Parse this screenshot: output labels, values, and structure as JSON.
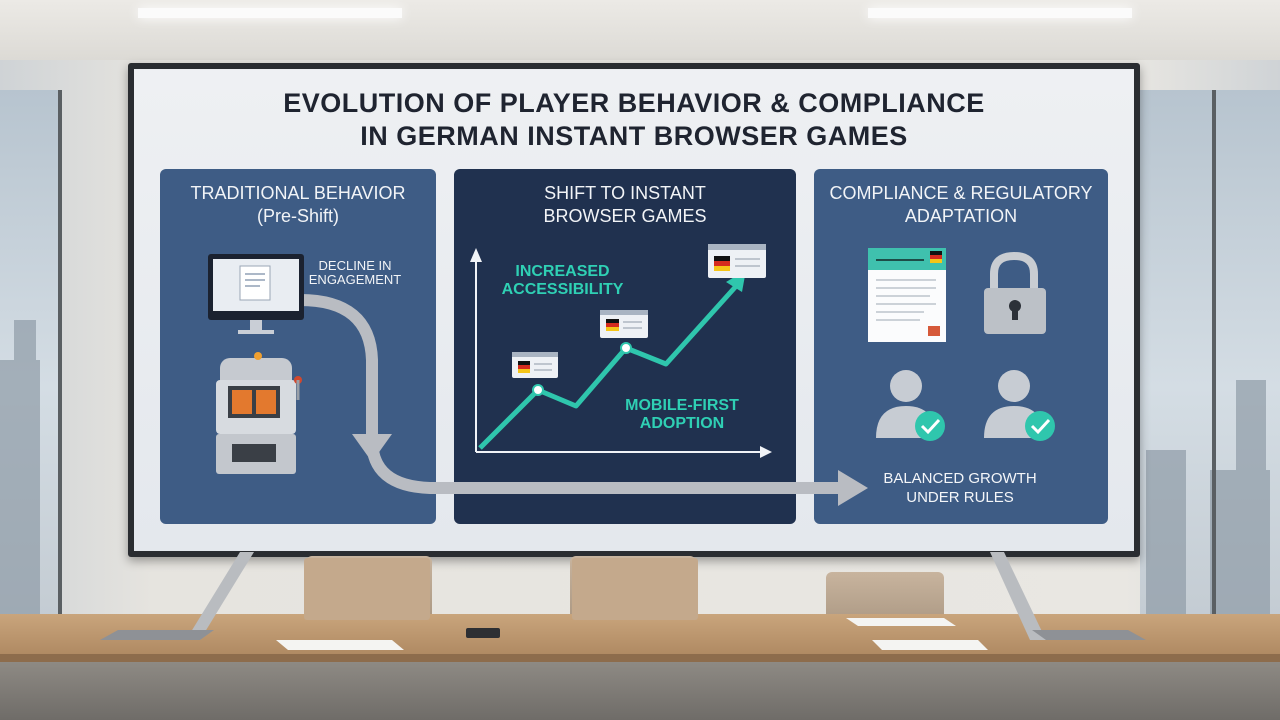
{
  "title": {
    "line1": "EVOLUTION OF PLAYER BEHAVIOR & COMPLIANCE",
    "line2": "IN GERMAN INSTANT BROWSER GAMES"
  },
  "panel_traditional": {
    "heading_line1": "TRADITIONAL BEHAVIOR",
    "heading_line2": "(Pre-Shift)",
    "annotation_line1": "DECLINE IN",
    "annotation_line2": "ENGAGEMENT",
    "icons": [
      "desktop-computer-icon",
      "slot-machine-icon"
    ]
  },
  "panel_shift": {
    "heading_line1": "SHIFT TO INSTANT",
    "heading_line2": "BROWSER GAMES",
    "label_top_line1": "INCREASED",
    "label_top_line2": "ACCESSIBILITY",
    "label_bottom_line1": "MOBILE-FIRST",
    "label_bottom_line2": "ADOPTION",
    "icons": [
      "trend-line-icon",
      "german-flag-browser-icon"
    ]
  },
  "panel_compliance": {
    "heading_line1": "COMPLIANCE & REGULATORY",
    "heading_line2": "ADAPTATION",
    "caption_line1": "BALANCED GROWTH",
    "caption_line2": "UNDER RULES",
    "icons": [
      "document-icon",
      "padlock-icon",
      "verified-user-icon"
    ]
  },
  "colors": {
    "panel_blue": "#3e5c85",
    "panel_navy": "#20314f",
    "teal_accent": "#2fd0b4",
    "title_text": "#1f2430"
  }
}
